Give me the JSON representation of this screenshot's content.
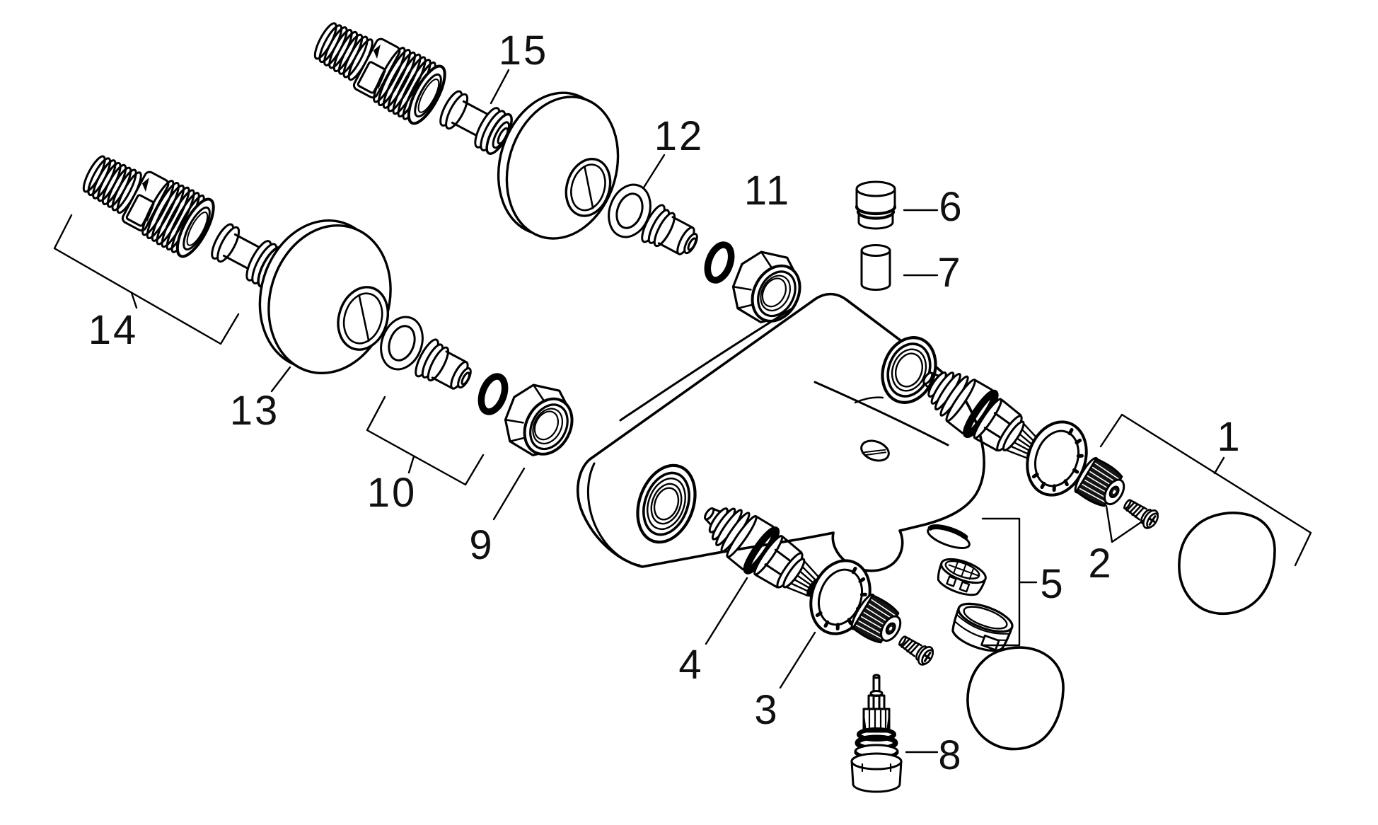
{
  "diagram": {
    "kind": "exploded-parts-drawing",
    "background": "#ffffff",
    "ink": "#000000",
    "part_labels": [
      {
        "num": "1"
      },
      {
        "num": "2"
      },
      {
        "num": "3"
      },
      {
        "num": "4"
      },
      {
        "num": "5"
      },
      {
        "num": "6"
      },
      {
        "num": "7"
      },
      {
        "num": "8"
      },
      {
        "num": "9"
      },
      {
        "num": "10"
      },
      {
        "num": "11"
      },
      {
        "num": "12"
      },
      {
        "num": "13"
      },
      {
        "num": "14"
      },
      {
        "num": "15"
      }
    ]
  }
}
